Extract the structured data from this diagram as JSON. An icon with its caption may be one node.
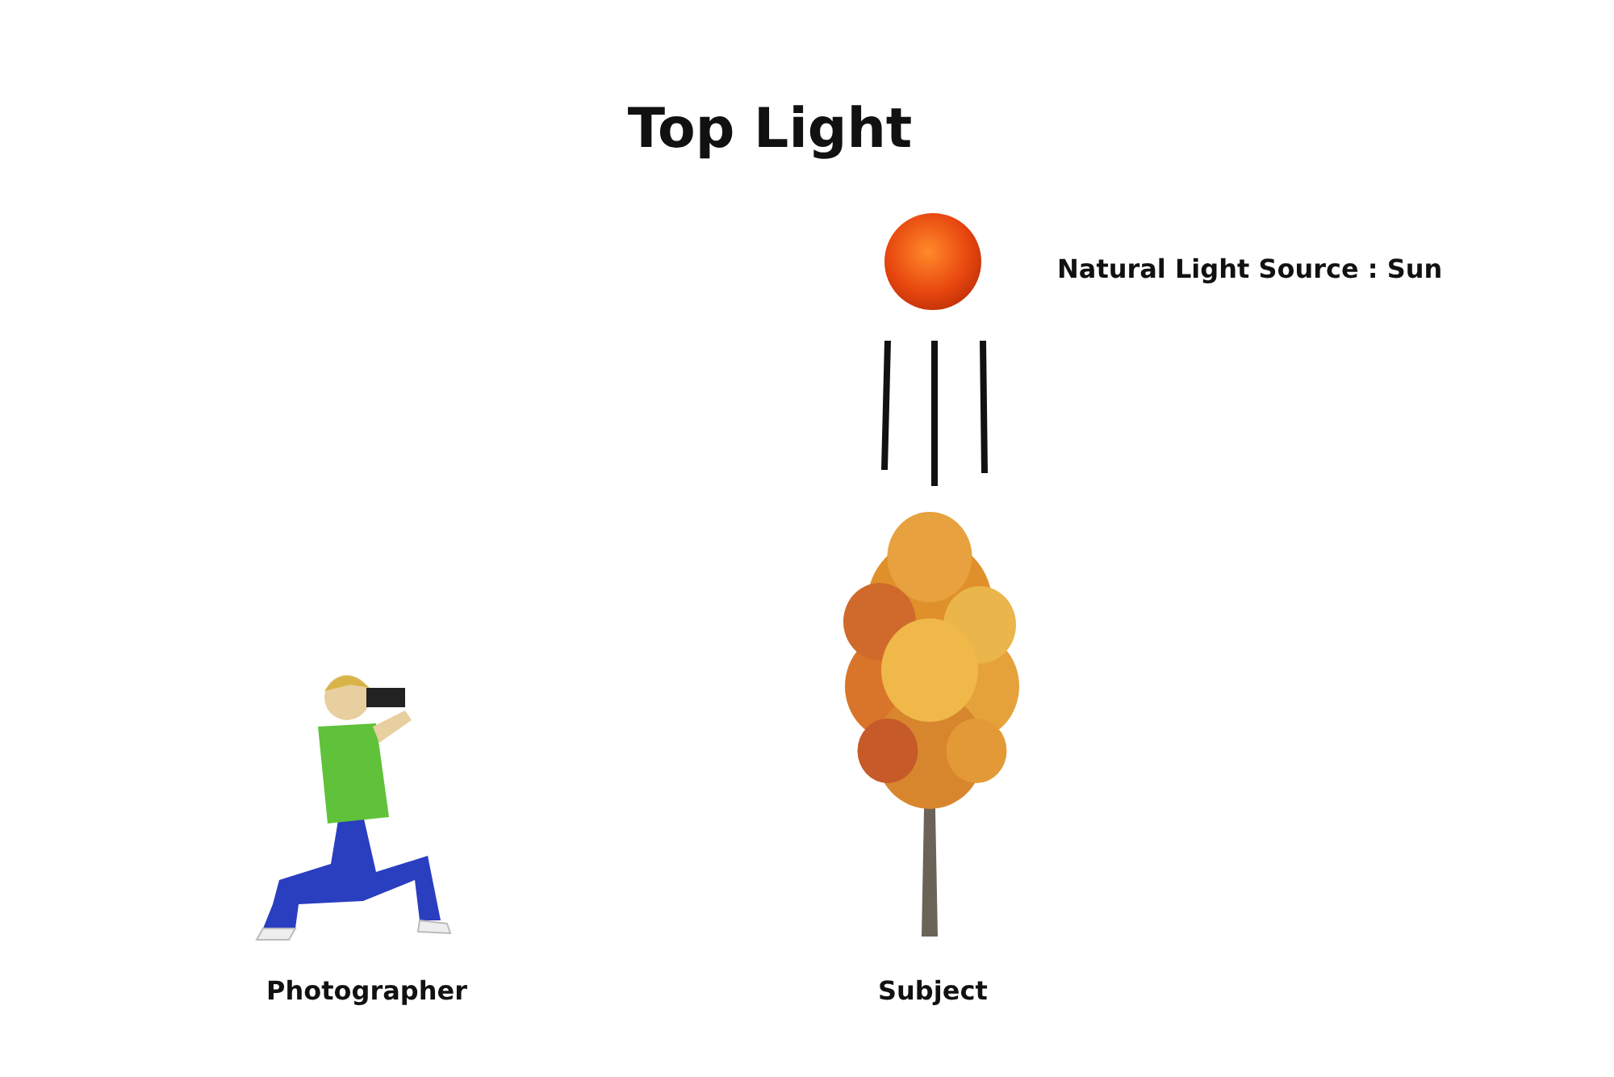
{
  "diagram": {
    "title": "Top Light",
    "nodes": [
      {
        "text": [],
        "shape": "picture",
        "beside": [
          "Natural Light Source : Sun"
        ]
      },
      {
        "text": [],
        "shape": "picture",
        "beside": [
          "Subject"
        ]
      },
      {
        "text": [],
        "shape": "picture",
        "beside": [
          "Photographer"
        ]
      }
    ],
    "edges": []
  }
}
